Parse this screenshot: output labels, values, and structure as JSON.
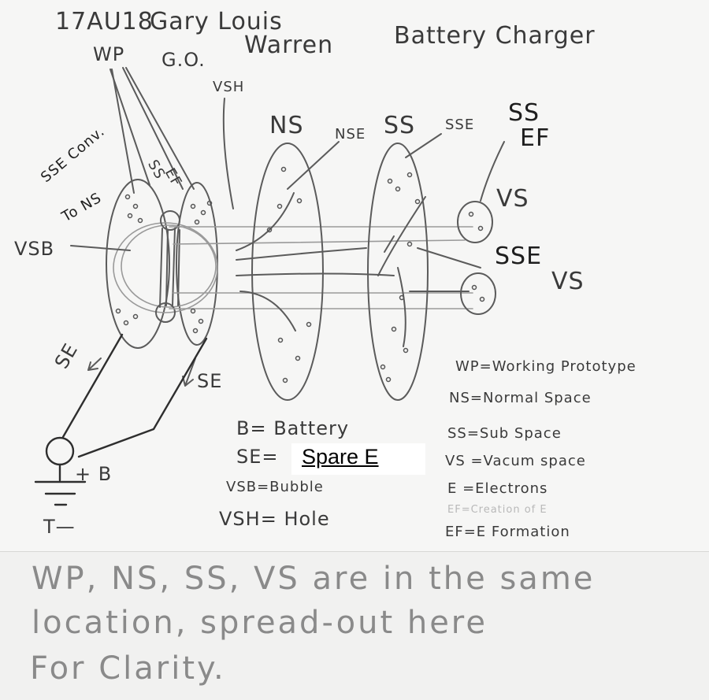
{
  "header": {
    "date": "17AU18",
    "author_line1": "Gary Louis",
    "author_line2": "Warren",
    "initials": "G.O.",
    "title": "Battery Charger"
  },
  "labels": {
    "wp": "WP",
    "vsh": "VSH",
    "ns": "NS",
    "nse": "NSE",
    "ss": "SS",
    "sse_top": "SSE",
    "ss_ef_1": "SS",
    "ss_ef_2": "EF",
    "vs_top": "VS",
    "sse_mid": "SSE",
    "vs_mid": "VS",
    "sse_conv_1": "SSE Conv.",
    "sse_conv_2": "To NS",
    "ss_small_1": "SS",
    "ss_small_2": "EF",
    "vsb": "VSB",
    "se_left": "SE",
    "se_mid": "SE",
    "battery_plus": "+ B",
    "battery_minus": "T—"
  },
  "legend_left": {
    "b": "B= Battery",
    "se_prefix": "SE=",
    "se_value": "Spare E",
    "vsb": "VSB=Bubble",
    "vsh": "VSH= Hole"
  },
  "legend_right": {
    "wp": "WP=Working Prototype",
    "ns": "NS=Normal Space",
    "ss": "SS=Sub Space",
    "vs": "VS =Vacum space",
    "e": "E =Electrons",
    "faded": "EF=Creation of E",
    "ef": "EF=E Formation"
  },
  "footer": {
    "line1": "WP, NS, SS, VS are in the same",
    "line2": "location, spread-out here",
    "line3": "For Clarity."
  }
}
